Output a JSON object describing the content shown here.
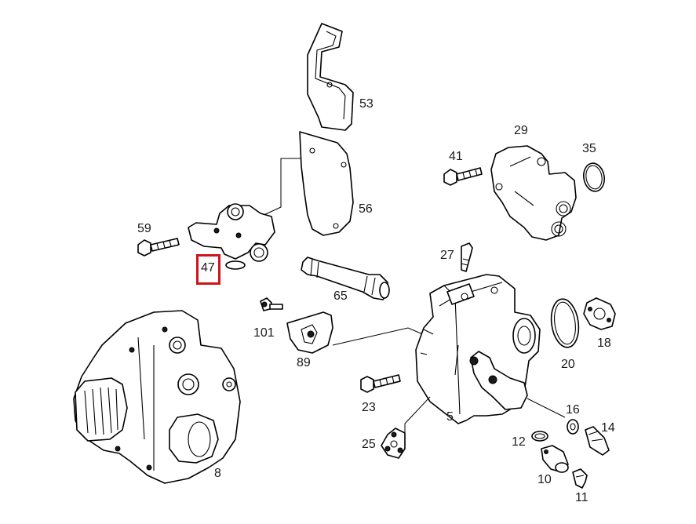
{
  "diagram": {
    "highlight_color": "#d0131b",
    "highlighted_part": "47",
    "labels": {
      "p53": "53",
      "p56": "56",
      "p29": "29",
      "p41": "41",
      "p35": "35",
      "p59": "59",
      "p47": "47",
      "p27": "27",
      "p65": "65",
      "p101": "101",
      "p89": "89",
      "p18": "18",
      "p20": "20",
      "p23": "23",
      "p5": "5",
      "p16": "16",
      "p14": "14",
      "p25": "25",
      "p12": "12",
      "p8": "8",
      "p10": "10",
      "p11": "11"
    }
  }
}
